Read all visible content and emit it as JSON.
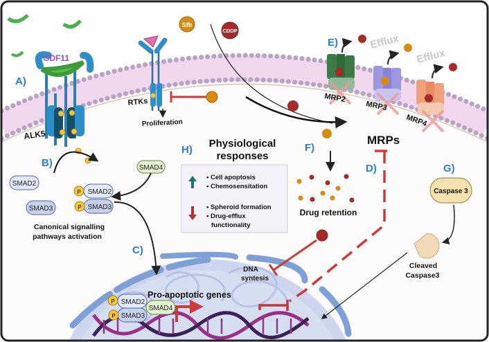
{
  "panels": {
    "a": "A)",
    "b": "B)",
    "c": "C)",
    "d": "D)",
    "e": "E)",
    "f": "F)",
    "g": "G)",
    "h": "H)"
  },
  "ligand": "GDF11",
  "receptor": "ALK5",
  "rtk": {
    "label": "RTKs",
    "outcome": "Proliferation"
  },
  "drugs": {
    "sfb": "Sfb",
    "cddp": "CDDP"
  },
  "phospho": "P",
  "smads": {
    "smad2": "SMAD2",
    "smad3": "SMAD3",
    "smad4": "SMAD4"
  },
  "canonical": {
    "line1": "Canonical signalling",
    "line2": "pathways activation"
  },
  "physiological": {
    "title_line1": "Physiological",
    "title_line2": "responses",
    "up_items": [
      "Cell apoptosis",
      "Chemosensitation"
    ],
    "down_items": [
      "Spheroid formation",
      "Drug-efflux",
      "functionality"
    ]
  },
  "transporters": [
    "MRP2",
    "MRP3",
    "MRP4"
  ],
  "efflux": "Efflux",
  "mrps": "MRPs",
  "drug_retention": "Drug retention",
  "caspase": {
    "pro": "Caspase 3",
    "cleaved_line1": "Cleaved",
    "cleaved_line2": "Caspase3"
  },
  "dna_synthesis": {
    "line1": "DNA",
    "line2": "syntesis"
  },
  "genes": "Pro-apoptotic genes",
  "colors": {
    "panel_label": "#2a7fc9",
    "inhibit": "#d0393a",
    "sfb": "#d98a12",
    "cddp": "#a52a2a",
    "membrane": "#b8a3c4",
    "nucleus": "#c9d3ec",
    "gdf11": "#4caf50",
    "smad4": "#e4f2d2"
  }
}
